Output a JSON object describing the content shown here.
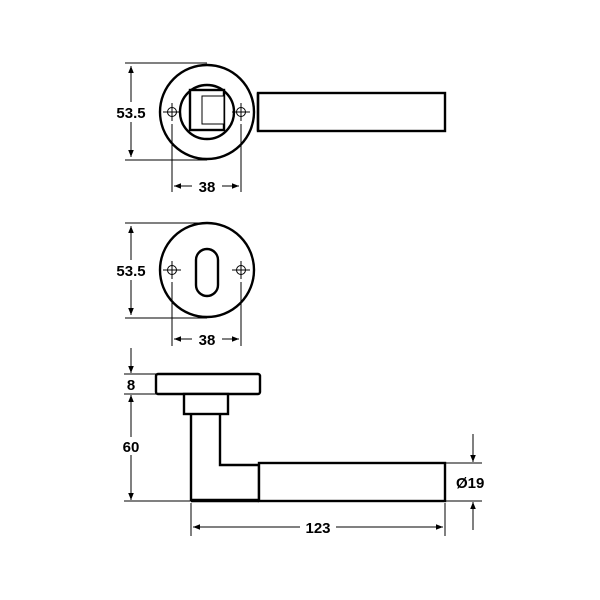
{
  "labels": {
    "front_height": "53.5",
    "front_width": "38",
    "escutcheon_height": "53.5",
    "escutcheon_width": "38",
    "rose_thickness": "8",
    "handle_projection": "60",
    "handle_diameter": "Ø19",
    "handle_length": "123"
  },
  "colors": {
    "line": "#000000",
    "background": "#ffffff"
  }
}
